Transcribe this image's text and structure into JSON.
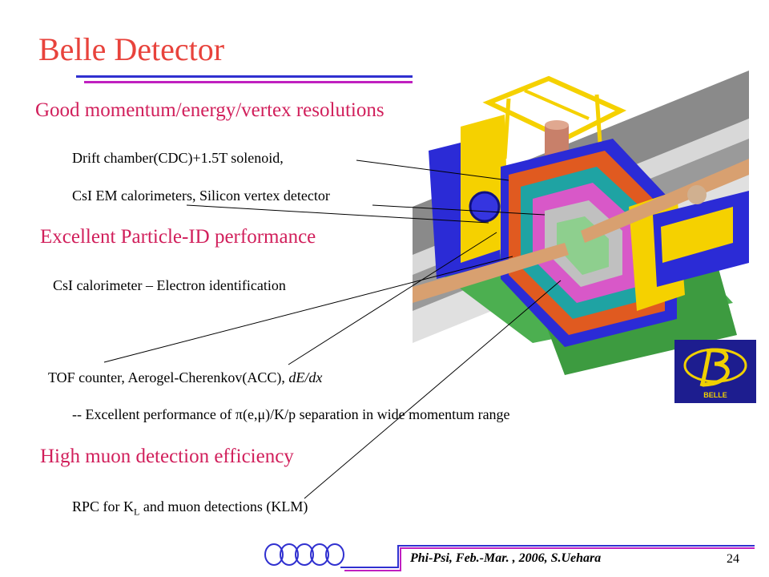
{
  "slide": {
    "title": "Belle Detector",
    "section1": {
      "heading": "Good momentum/energy/vertex resolutions",
      "line1": "Drift chamber(CDC)+1.5T solenoid,",
      "line2": "CsI EM calorimeters,  Silicon vertex detector"
    },
    "section2": {
      "heading": "Excellent Particle-ID performance",
      "line1": "CsI calorimeter – Electron identification",
      "line2_main": "TOF counter, Aerogel-Cherenkov(ACC), ",
      "line2_italic": "dE/dx",
      "line3_pre": "-- Excellent performance of ",
      "line3_pi": "π",
      "line3_open": "(e,",
      "line3_mu": "μ",
      "line3_post": ")/K/p separation in wide momentum range"
    },
    "section3": {
      "heading": "High muon detection efficiency",
      "line1_pre": "RPC for K",
      "line1_sub": "L",
      "line1_post": " and muon detections (KLM)"
    },
    "logo_text": "BELLE",
    "footer": {
      "event": "Phi-Psi, Feb.-Mar. , 2006",
      "author": ", S.Uehara",
      "page": "24"
    },
    "colors": {
      "title": "#e8433c",
      "heading": "#d11f5b",
      "rule_blue": "#3030d0",
      "rule_magenta": "#c020c0",
      "logo_bg": "#1d1d8f",
      "logo_yellow": "#f0d000"
    }
  }
}
